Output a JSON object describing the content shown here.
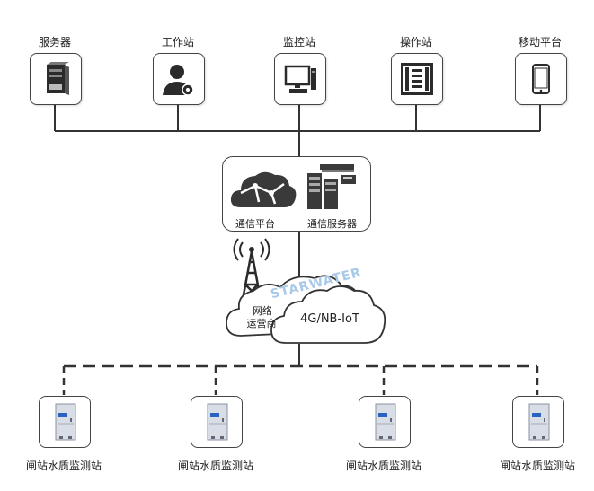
{
  "top_nodes": [
    {
      "label": "服务器",
      "icon": "server-icon"
    },
    {
      "label": "工作站",
      "icon": "worker-icon"
    },
    {
      "label": "监控站",
      "icon": "computer-icon"
    },
    {
      "label": "操作站",
      "icon": "panel-icon"
    },
    {
      "label": "移动平台",
      "icon": "mobile-icon"
    }
  ],
  "hub": {
    "left_label": "通信平台",
    "right_label": "通信服务器"
  },
  "network": {
    "carrier_label_line1": "网络",
    "carrier_label_line2": "运营商",
    "protocol_label": "4G/NB-IoT",
    "watermark": "STARWATER"
  },
  "stations": [
    {
      "label": "闸站水质监测站"
    },
    {
      "label": "闸站水质监测站"
    },
    {
      "label": "闸站水质监测站"
    },
    {
      "label": "闸站水质监测站"
    }
  ],
  "colors": {
    "line": "#333333",
    "cloud_fill": "#3a3a3a",
    "station_cabinet": "#d8dde6",
    "station_accent": "#2a63c4",
    "watermark": "#a9c9e8"
  }
}
